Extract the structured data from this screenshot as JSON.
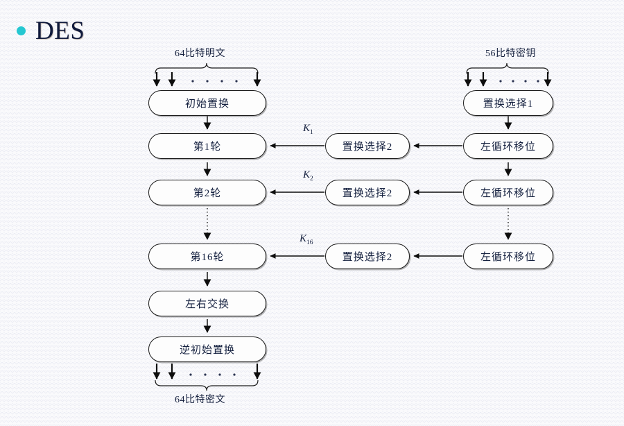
{
  "slide": {
    "title": "DES",
    "bullet_color": "#25c7d1",
    "title_color": "#101a3c",
    "background_color": "#fafafc"
  },
  "diagram": {
    "type": "flowchart",
    "name": "des-block-diagram",
    "stroke_color": "#1b1b1b",
    "top_labels": {
      "plaintext": "64比特明文",
      "key": "56比特密钥"
    },
    "bottom_labels": {
      "ciphertext": "64比特密文"
    },
    "left_column": [
      {
        "id": "initial-permutation",
        "label": "初始置换"
      },
      {
        "id": "round-1",
        "label": "第1轮"
      },
      {
        "id": "round-2",
        "label": "第2轮"
      },
      {
        "id": "round-16",
        "label": "第16轮"
      },
      {
        "id": "left-right-swap",
        "label": "左右交换"
      },
      {
        "id": "inverse-initial-permutation",
        "label": "逆初始置换"
      }
    ],
    "middle_column": [
      {
        "id": "permuted-choice-2-a",
        "label": "置换选择2",
        "key": "K",
        "key_sub": "1"
      },
      {
        "id": "permuted-choice-2-b",
        "label": "置换选择2",
        "key": "K",
        "key_sub": "2"
      },
      {
        "id": "permuted-choice-2-c",
        "label": "置换选择2",
        "key": "K",
        "key_sub": "16"
      }
    ],
    "right_column": [
      {
        "id": "permuted-choice-1",
        "label": "置换选择1"
      },
      {
        "id": "left-circular-shift-1",
        "label": "左循环移位"
      },
      {
        "id": "left-circular-shift-2",
        "label": "左循环移位"
      },
      {
        "id": "left-circular-shift-16",
        "label": "左循环移位"
      }
    ]
  }
}
